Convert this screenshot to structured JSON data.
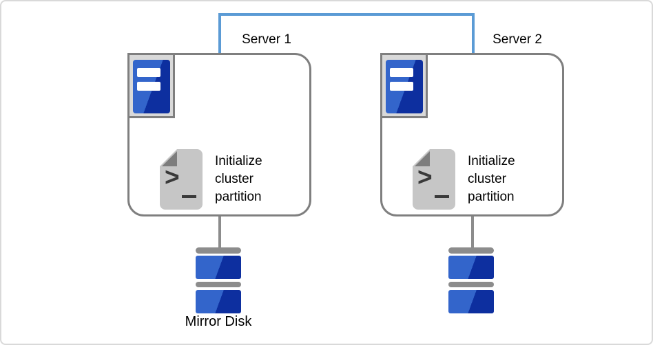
{
  "connector": {
    "color": "#5B9BD5",
    "description": "interconnect between Server 1 and Server 2"
  },
  "colors": {
    "box_border": "#7F7F7F",
    "icon_frame_fill": "#D9D9D9",
    "blue_light": "#3365CB",
    "blue_dark": "#0D2F9F",
    "gray_bar": "#8C8C8C",
    "script_doc": "#C6C6C6"
  },
  "icons": {
    "server": "server-tower-icon",
    "script": "terminal-script-icon",
    "disk": "mirror-disk-icon",
    "script_glyph": ">"
  },
  "servers": [
    {
      "label": "Server 1",
      "task": "Initialize\ncluster\npartition",
      "disk_label": "Mirror Disk"
    },
    {
      "label": "Server 2",
      "task": "Initialize\ncluster\npartition"
    }
  ]
}
